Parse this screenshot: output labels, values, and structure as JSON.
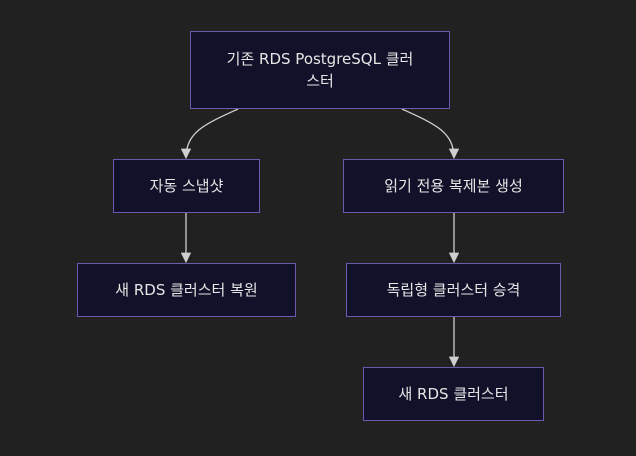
{
  "diagram": {
    "nodes": {
      "source_cluster": "기존 RDS PostgreSQL 클러스터",
      "auto_snapshot": "자동 스냅샷",
      "read_replica": "읽기 전용 복제본 생성",
      "restore_new_cluster": "새 RDS 클러스터 복원",
      "promote_standalone": "독립형 클러스터 승격",
      "new_cluster": "새 RDS 클러스터"
    },
    "edges": [
      {
        "from": "source_cluster",
        "to": "auto_snapshot"
      },
      {
        "from": "source_cluster",
        "to": "read_replica"
      },
      {
        "from": "auto_snapshot",
        "to": "restore_new_cluster"
      },
      {
        "from": "read_replica",
        "to": "promote_standalone"
      },
      {
        "from": "promote_standalone",
        "to": "new_cluster"
      }
    ],
    "colors": {
      "background": "#212121",
      "node_fill": "#111229",
      "node_border": "#6e58b0",
      "text": "#e6e6e6",
      "edge": "#cfcfcf"
    }
  }
}
